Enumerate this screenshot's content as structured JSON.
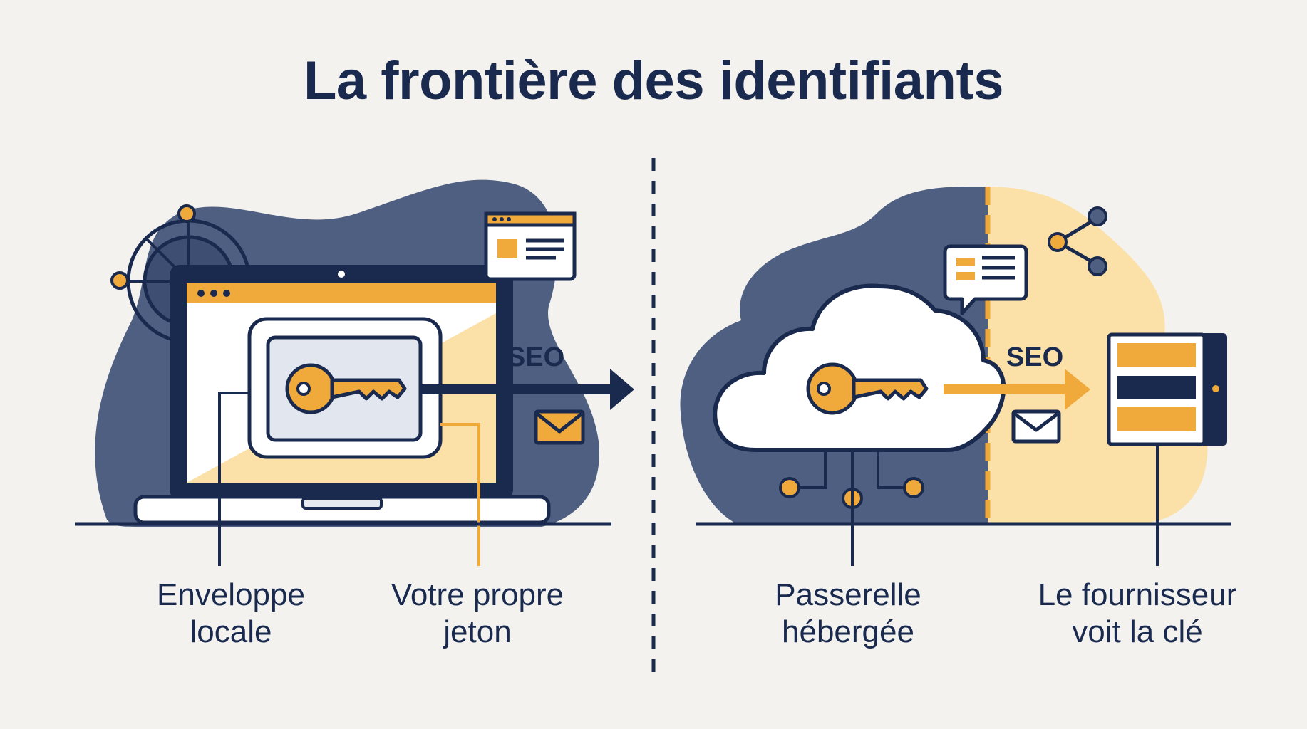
{
  "title": "La frontière des identifiants",
  "colors": {
    "navy": "#1a2a4f",
    "slate": "#4f5f82",
    "orange": "#f0a93b",
    "cream": "#fbe1a8",
    "background": "#f3f2ee"
  },
  "left_panel": {
    "arrow_label": "SEO",
    "labels": [
      {
        "line1": "Enveloppe",
        "line2": "locale"
      },
      {
        "line1": "Votre propre",
        "line2": "jeton"
      }
    ]
  },
  "right_panel": {
    "arrow_label": "SEO",
    "labels": [
      {
        "line1": "Passerelle",
        "line2": "hébergée"
      },
      {
        "line1": "Le fournisseur",
        "line2": "voit la clé"
      }
    ]
  }
}
